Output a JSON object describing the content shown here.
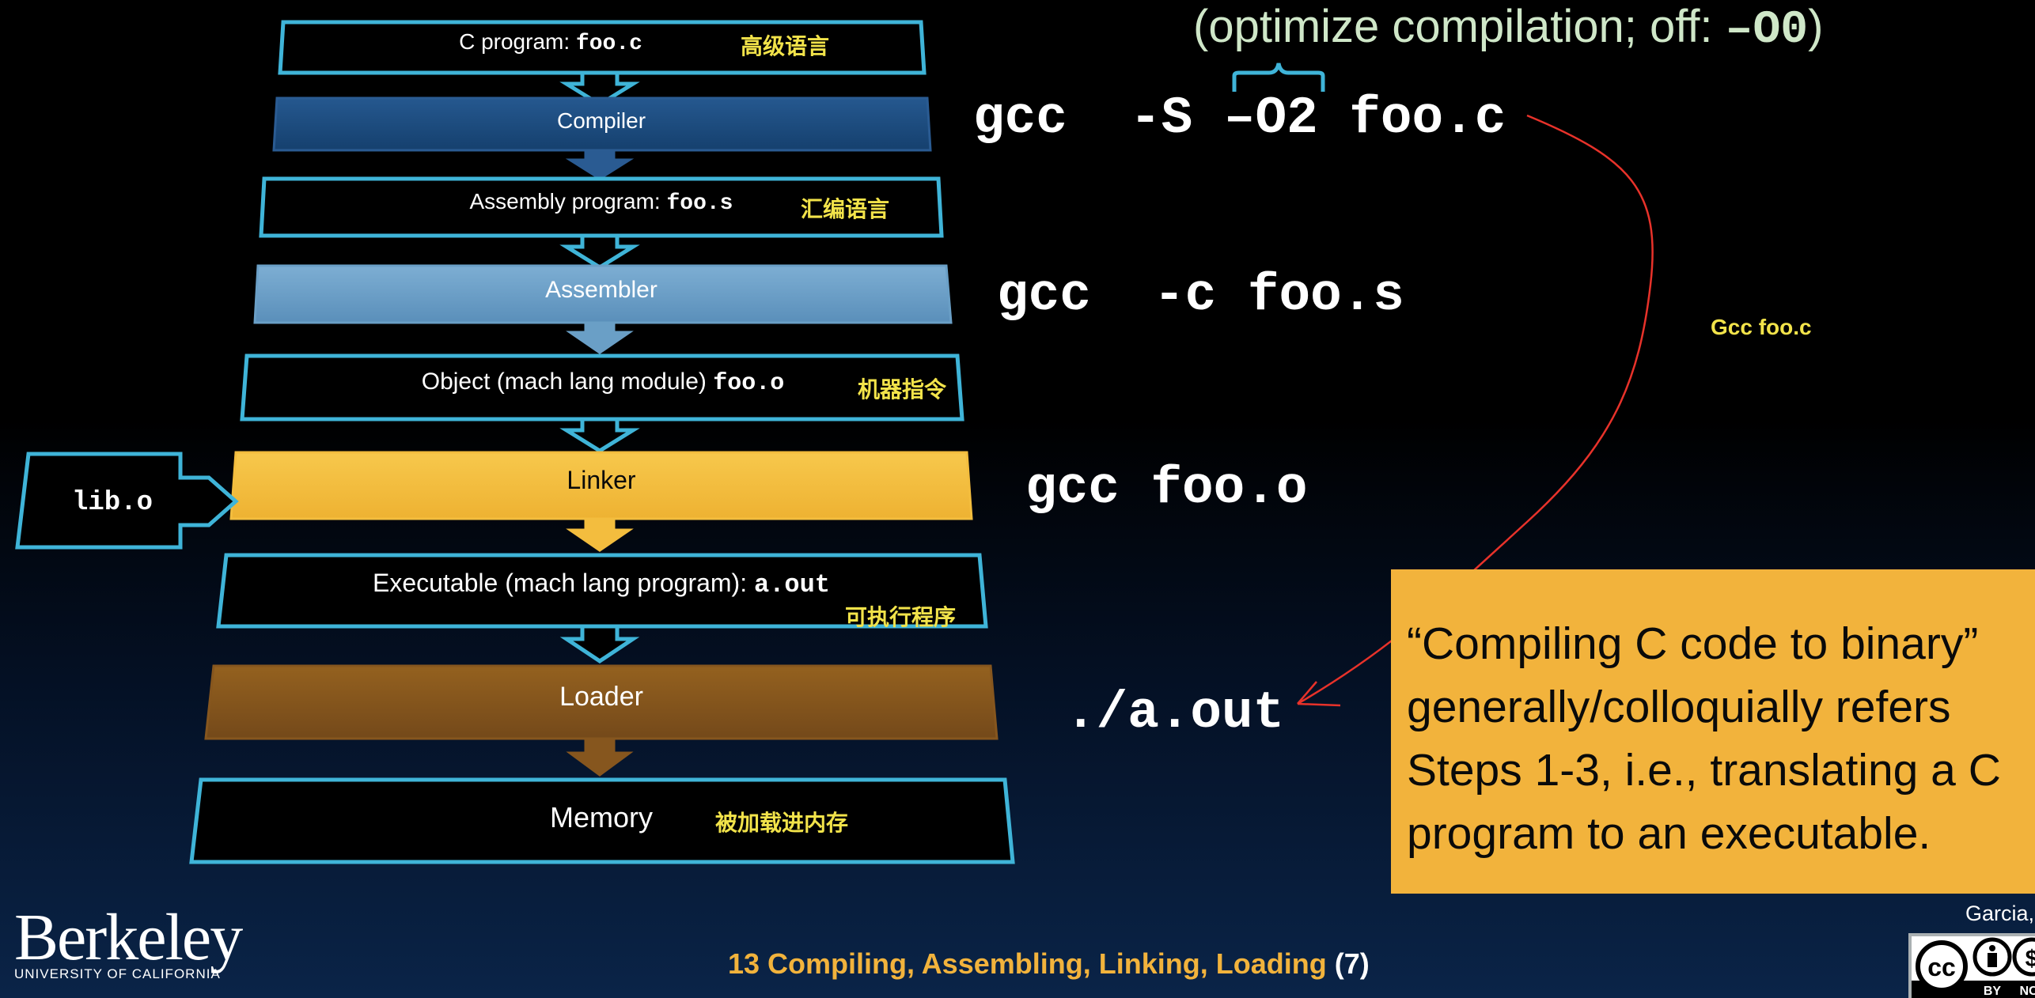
{
  "stages": [
    {
      "label": "C program: ",
      "file": "foo.c",
      "note": "高级语言"
    },
    {
      "label": "Compiler"
    },
    {
      "label": "Assembly program: ",
      "file": "foo.s",
      "note": "汇编语言"
    },
    {
      "label": "Assembler"
    },
    {
      "label": "Object (mach lang module) ",
      "file": "foo.o",
      "note": "机器指令"
    },
    {
      "label": "Linker"
    },
    {
      "label": "Executable (mach lang program): ",
      "file": "a.out",
      "note": "可执行程序"
    },
    {
      "label": "Loader"
    },
    {
      "label": "Memory",
      "note": "被加载进内存"
    }
  ],
  "library": "lib.o",
  "commands": {
    "compile": "gcc  -S –O2 foo.c",
    "assemble": "gcc  -c foo.s",
    "link": "gcc foo.o",
    "run": "./a.out"
  },
  "optimize_note": {
    "text": "(optimize compilation; off: ",
    "flag": "–O0",
    "close": ")"
  },
  "annotation": "Gcc foo.c",
  "callout": {
    "lines": [
      "“Compiling C code to binary”",
      "generally/colloquially refers",
      "Steps 1-3, i.e., translating a C",
      "program to an executable."
    ]
  },
  "footer": {
    "title": "13 Compiling, Assembling, Linking, Loading ",
    "number": "(7)"
  },
  "logo": {
    "word": "Berkeley",
    "sub": "UNIVERSITY OF CALIFORNIA"
  },
  "author": "Garcia,",
  "license": {
    "by": "BY",
    "nc": "NC"
  },
  "colors": {
    "outline": "#3fb4d8",
    "compiler": "#1e4f84",
    "assembler": "#6a9fc6",
    "linker": "#f3bd3e",
    "loader": "#86561e",
    "chinese": "#f2e34a",
    "arrow_red": "#e8322a"
  }
}
